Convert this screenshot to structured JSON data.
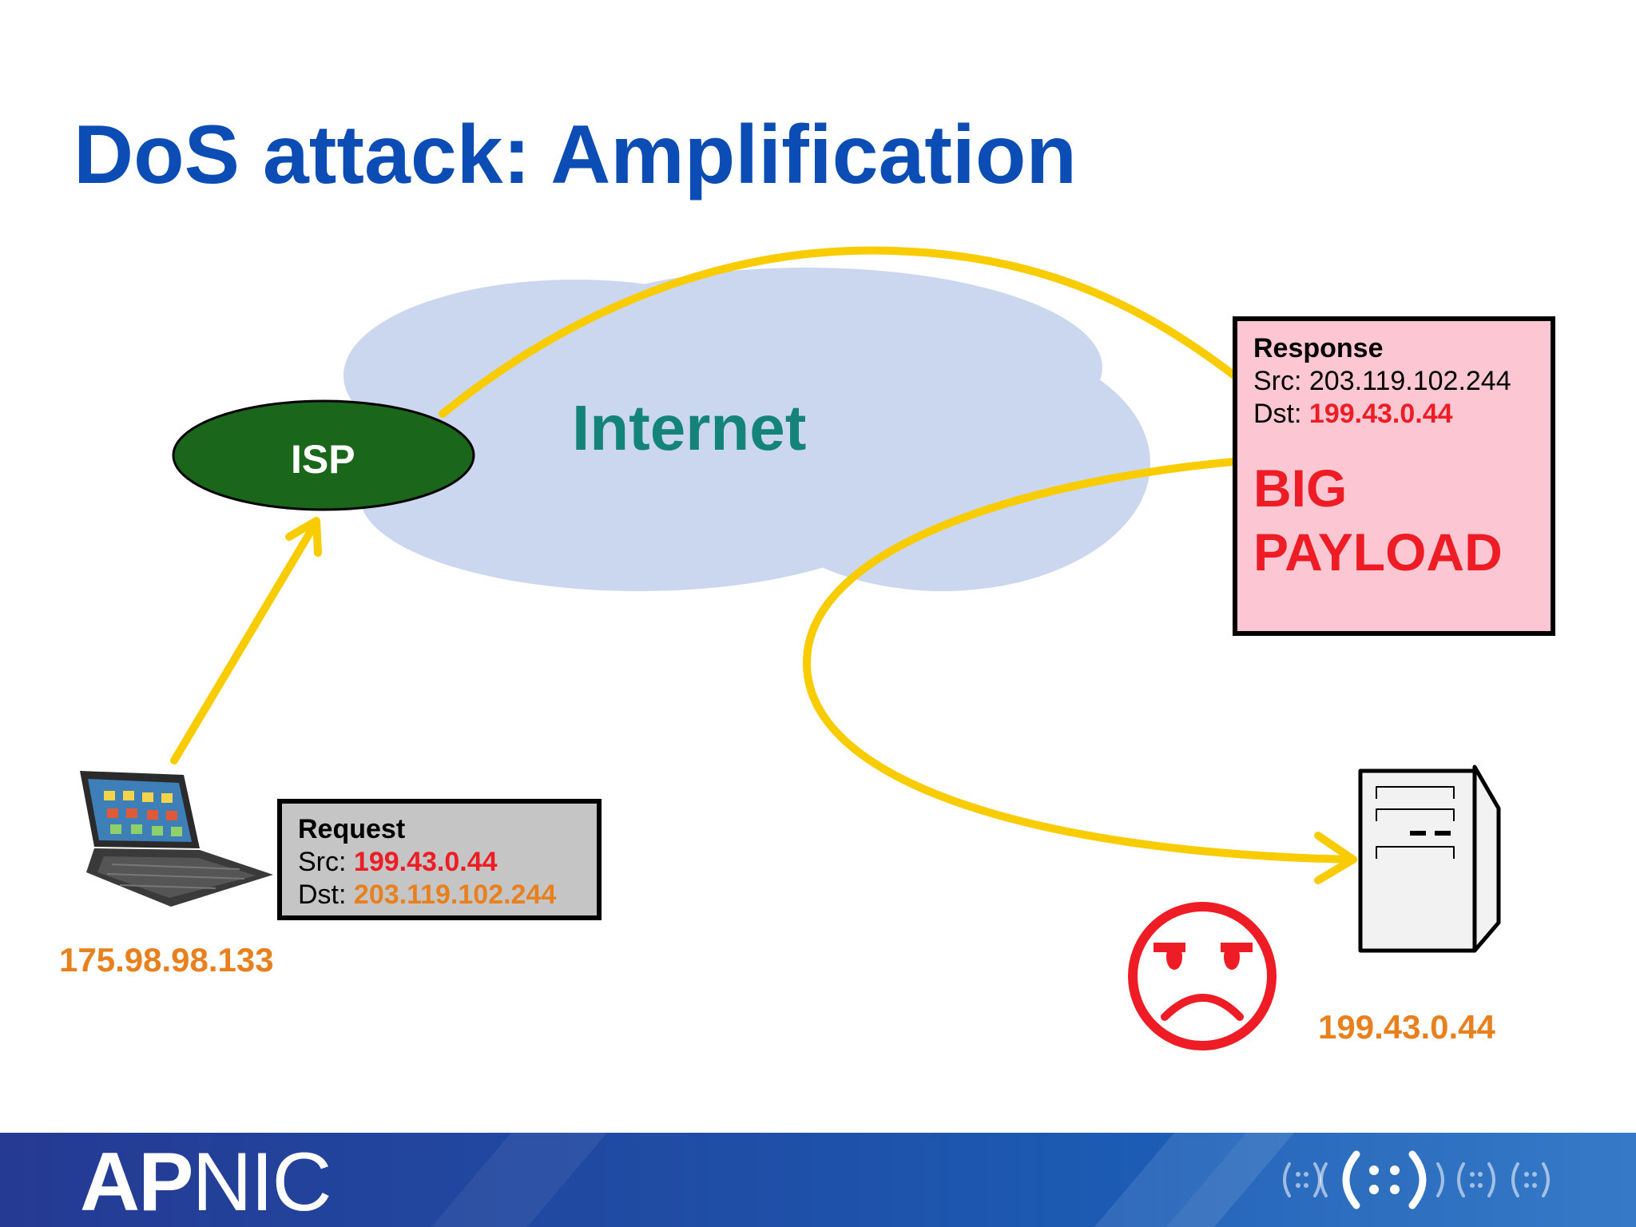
{
  "title": "DoS attack: Amplification",
  "internet": {
    "label": "Internet"
  },
  "isp": {
    "label": "ISP"
  },
  "request": {
    "heading": "Request",
    "src_label": "Src: ",
    "src_value": "199.43.0.44",
    "dst_label": "Dst: ",
    "dst_value": "203.119.102.244"
  },
  "response": {
    "heading": "Response",
    "src_label": "Src: 203.119.102.244",
    "dst_label": "Dst: ",
    "dst_value": "199.43.0.44",
    "payload_line1": "BIG",
    "payload_line2": "PAYLOAD"
  },
  "attacker_ip": "175.98.98.133",
  "victim_ip": "199.43.0.44",
  "footer": {
    "logo_ap": "AP",
    "logo_nic": "NIC"
  },
  "icons": [
    "tablet-keyboard-icon",
    "server-tower-icon",
    "sad-face-icon",
    "ipv6-network-icon"
  ],
  "colors": {
    "title": "#0b4db5",
    "arrow": "#f9cc00",
    "isp_fill": "#1a661a",
    "cloud": "#cbd7ee",
    "internet_text": "#14837a",
    "highlight_red": "#ee1c24",
    "highlight_orange": "#e8801e",
    "request_box": "#c5c5c5",
    "response_box": "#fcc7d3",
    "footer": "#1f4ea6"
  }
}
